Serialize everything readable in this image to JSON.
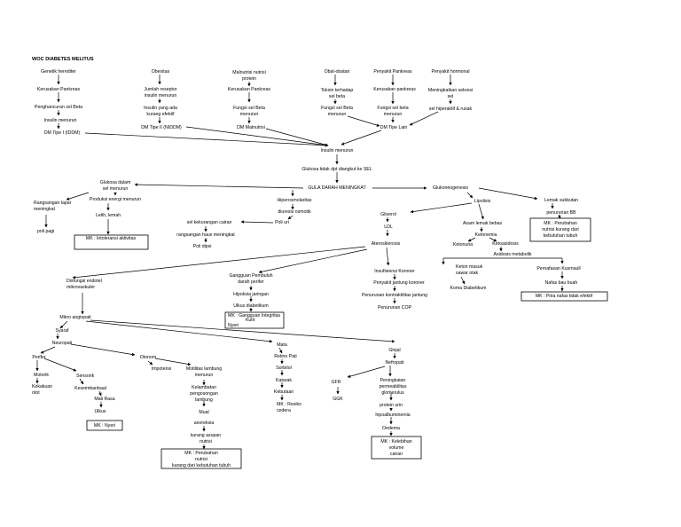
{
  "title": "WOC DIABETES MELITUS",
  "nodes": {
    "genetik": "Genetik herediter",
    "kerusakan_pankreas_1": "Kerusakan Pankreas",
    "penghancuran": "Penghancuran sel Beta",
    "insulin_menurun_1": "Insulin menurun",
    "dm1": "DM Tipe I (IDDM)",
    "obesitas": "Obesitas",
    "jumlah_reseptor": [
      "Jumlah reseptor",
      "insulin menurun"
    ],
    "insulin_efektif": [
      "Insulin yang ada",
      "kurang efektif"
    ],
    "dm2": "DM Tipe II (NIDDM)",
    "malnutrisi": [
      "Malnutrisi nutrisi",
      "protein"
    ],
    "kerusakan_pankreas_2": "Kerusakan Pankreas",
    "fungsi_beta_1": [
      "Fungsi sel Beta",
      "menurun"
    ],
    "dm_malnutrisi": "DM Malnutrisi",
    "obat": "Obat-obatan",
    "toksin": [
      "Toksin terhadap",
      "sel beta"
    ],
    "fungsi_beta_2": [
      "Fungsi sel Beta",
      "menurun"
    ],
    "penyakit_pankreas": "Penyakit Pankreas",
    "kerusakan_pankreas_3": "Kerusakan pankreas",
    "fungsi_beta_3": [
      "Fungsi sel beta",
      "menurun"
    ],
    "penyakit_hormonal": "Penyakit hormonal",
    "meningkatkan_sekresi": [
      "Meningkatkan sekresi",
      "sel"
    ],
    "hiperaktif": "sel hiperaktif & rusak",
    "dm_lain": "DM Tipe Lain",
    "insulin_menurun_2": "Insulin menurun",
    "glukosa_tidak": "Glukosa tidak dpt diangkut ke SEL",
    "gula_darah": "GULA DARAH MENINGKAT",
    "glukosa_dalam_sel": [
      "Glukosa dalam",
      "sel menurun"
    ],
    "rangsangan_lapar": [
      "Rangsangan lapar",
      "meningkat"
    ],
    "poli_pagi": "poli pagi",
    "produksi_energi": "Produksi energi menurun",
    "letih": "Letih, lemah",
    "mk_intoleransi": "MK : Intoleransi aktivitas",
    "hiperosmolaritas": "Hiperosmolaritas",
    "diuresis": "diuresis osmotik",
    "poli_uri": "Poli uri",
    "sel_kekurangan": "sel kekurangan cairan",
    "rangsangan_haus": "rangsangan haus meningkat",
    "poli_dipsi": "Poli dipsi",
    "glukoneogenesis": "Glukoneogenesis",
    "lipolisis": "Lipolisis",
    "gliserol": "Gliserol",
    "ldl": "LDL",
    "asam_lemak": "Asam lemak bebas",
    "ketonemia": "Ketonemia",
    "ketonuria": "Ketonuria",
    "ketoasidosis": "Ketoasidosis",
    "asidosis": "Asidosis metabolik",
    "lemak_subkutan": [
      "Lemak subkutan"
    ],
    "penurunan_bb": "penurunan BB",
    "mk_perubahan_nutrisi_1": [
      "MK : Perubahan",
      "nutrisi kurang dari",
      "kebutuhan tubuh"
    ],
    "aterosklerosis": "Aterosklerosis",
    "keton_masuk": [
      "Keton masuk",
      "sawar otak"
    ],
    "koma": "Koma Diabetikum",
    "pernafasan_kussmaul": "Pernafasan Kusmaull",
    "nafas_bau": "Nafas bau buah",
    "mk_pola_nafas": "MK : Pola nafas tidak efektif",
    "insufisiensi": "Insufisiensi Koroner",
    "penyakit_jantung": "Penyakit jantung koroner",
    "penurunan_kontraktilitas": "Penurunan kontraktilitas jantung",
    "penurunan_cop": "Penurunan COP",
    "gangguan_pembuluh": [
      "Gangguan Pembuluh",
      "darah perifer"
    ],
    "hipoksia": "Hipoksia jaringan",
    "ulkus_diabetikum": "Ulkus diabetikum",
    "mk_integritas": [
      "MK : Gangguan Integritas",
      "Kulit"
    ],
    "nyeri_label": "Nyeri",
    "disfungsi": [
      "Disfungsi endotel",
      "mikrovaskuler"
    ],
    "mikro_angiopati": "Mikro angiopati",
    "syaraf": "Syaraf",
    "neuropati": "Neuropati",
    "perifer": "Perifer",
    "motorik": "Motorik",
    "kekakuan_otot": [
      "Kekakuan",
      "otot"
    ],
    "sensorik": "Sensorik",
    "keseimbangan": "Keseimbanbaal",
    "mati_rasa": "Mati Rasa",
    "ulkus": "Ulkus",
    "mk_nyeri": "MK : Nyeri",
    "otonom": "Otonom",
    "impotensi": "Impotensi",
    "motilitas": [
      "Motilitas lambung",
      "menurun"
    ],
    "kelambatan": [
      "Kelambatan",
      "pengosongan",
      "lambung"
    ],
    "mual": [
      "Mual",
      "anoreksia"
    ],
    "kurang_asupan": [
      "kurang asupan",
      "nutrisi"
    ],
    "mk_perubahan_nutrisi_2": [
      "MK : Perubahan",
      "nutrisi",
      "kurang dari kebutuhan tubuh"
    ],
    "mata": "Mata",
    "retino_pati": "Retino Pati",
    "sorbitol": "Sorbitol",
    "katarak": "Katarak",
    "kebutaan": "Kebutaan",
    "mk_resiko": [
      "MK : Resiko",
      "cedera"
    ],
    "ginjal": "Ginjal",
    "nefropati": "Nefropati",
    "gfr": "GFR",
    "ggk": "GGK",
    "peningkatan_permeabilitas": [
      "Peningkatan",
      "permeabilitas",
      "glomerulus"
    ],
    "protein_urin": "protein urin",
    "hipoalbuminemia": "hipoalbuminemia",
    "oedema": "Oedema",
    "mk_kelebihan": [
      "MK : Kelebihan",
      "volume",
      "cairan"
    ]
  }
}
